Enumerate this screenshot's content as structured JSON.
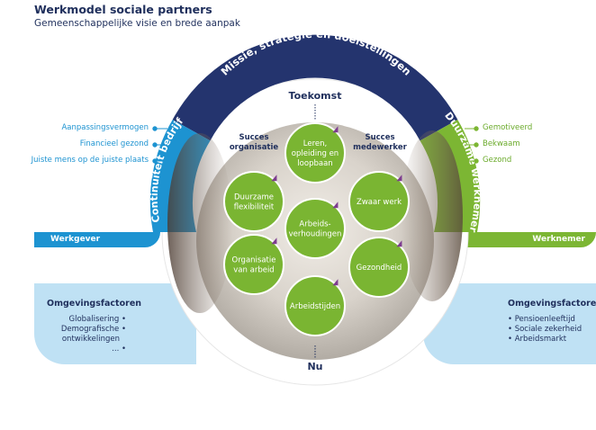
{
  "header": {
    "title": "Werkmodel sociale partners",
    "subtitle": "Gemeenschappelijke visie en brede aanpak"
  },
  "ring": {
    "top": "Missie, strategie en doelstellingen",
    "left": "Continuïteit bedrijf",
    "right": "Duurzame werknemer"
  },
  "left_labels": [
    "Aanpassingsvermogen",
    "Financieel gezond",
    "Juiste mens op de juiste plaats"
  ],
  "right_labels": [
    "Gemotiveerd",
    "Bekwaam",
    "Gezond"
  ],
  "bars": {
    "left": "Werkgever",
    "right": "Werknemer"
  },
  "inner": {
    "top": "Toekomst",
    "bottom": "Nu",
    "succes_left_1": "Succes",
    "succes_left_2": "organisatie",
    "succes_right_1": "Succes",
    "succes_right_2": "medewerker"
  },
  "circles": [
    {
      "lines": [
        "Leren,",
        "opleiding en",
        "loopbaan"
      ]
    },
    {
      "lines": [
        "Duurzame",
        "flexibiliteit"
      ]
    },
    {
      "lines": [
        "Zwaar werk"
      ]
    },
    {
      "lines": [
        "Arbeids-",
        "verhoudingen"
      ]
    },
    {
      "lines": [
        "Organisatie",
        "van arbeid"
      ]
    },
    {
      "lines": [
        "Gezondheid"
      ]
    },
    {
      "lines": [
        "Arbeidstijden"
      ]
    }
  ],
  "env_left": {
    "head": "Omgevingsfactoren",
    "items": [
      "Globalisering •",
      "Demografische •",
      "ontwikkelingen",
      "... •"
    ]
  },
  "env_right": {
    "head": "Omgevingsfactoren",
    "items": [
      "• Pensioenleeftijd",
      "• Sociale zekerheid",
      "• Arbeidsmarkt"
    ]
  },
  "colors": {
    "navy": "#24346e",
    "blue": "#1d93d1",
    "green": "#7cb633",
    "circle_green": "#7ab532",
    "light_blue": "#bfe1f4",
    "purple": "#7d3c8f"
  }
}
